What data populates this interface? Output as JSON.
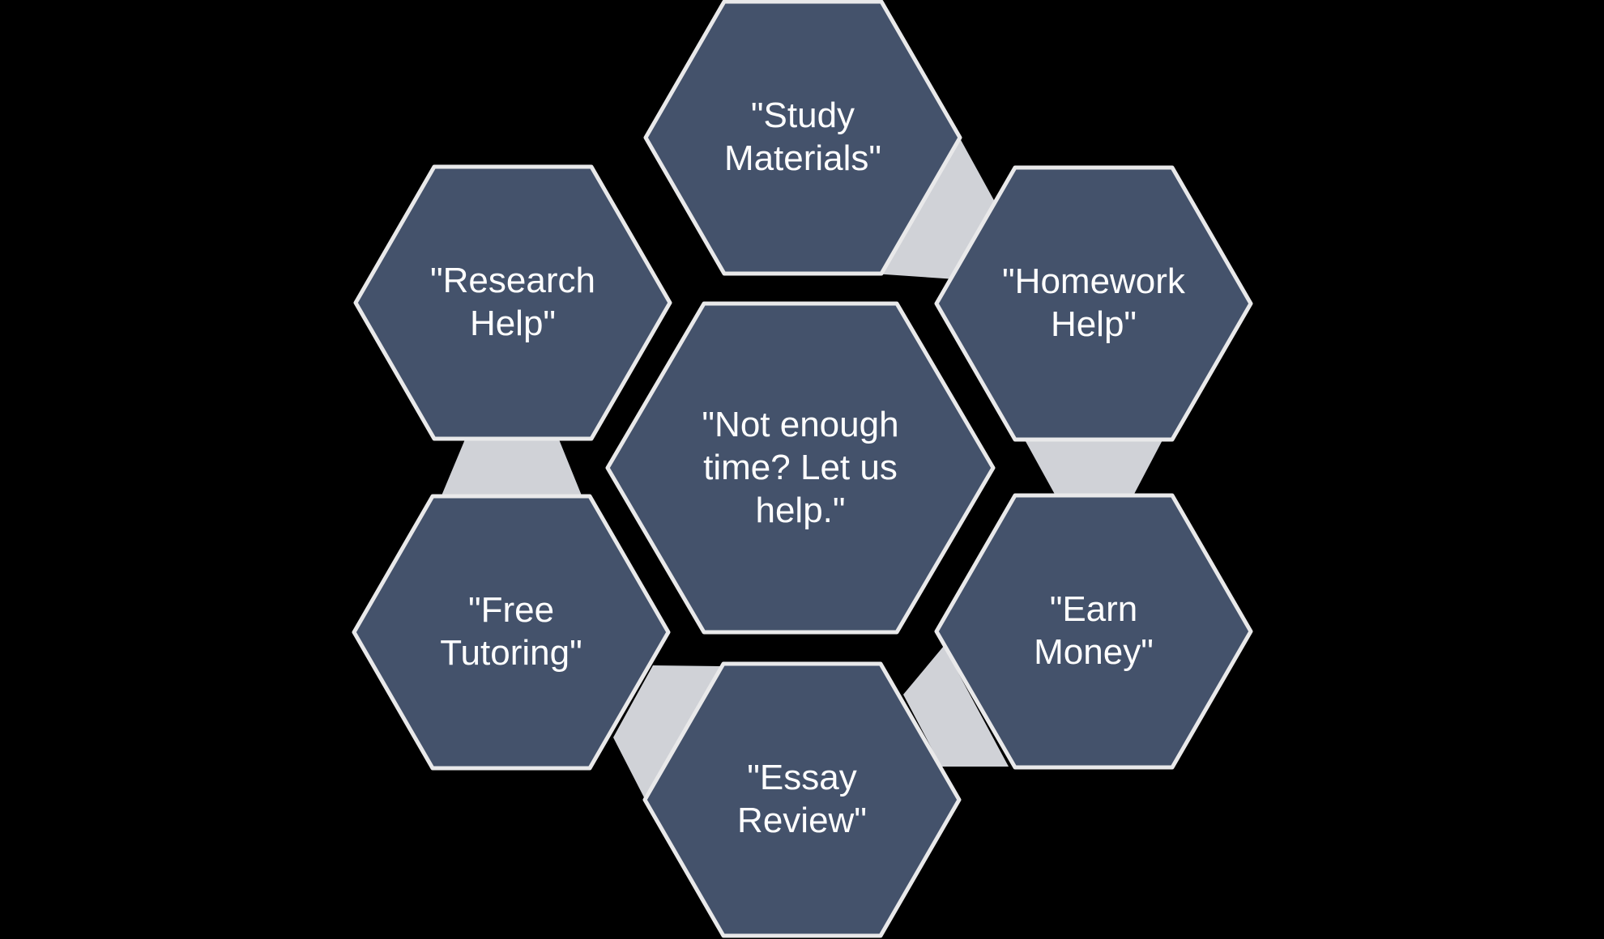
{
  "diagram": {
    "type": "alternating-hexagons-smartart",
    "colors": {
      "background": "#000000",
      "hexagon_fill": "#44526B",
      "hexagon_border": "#E9E9EA",
      "connector_fill": "#D0D2D7",
      "text": "#FFFFFF"
    },
    "center": {
      "id": "center-message",
      "label": "\"Not enough time? Let us help.\""
    },
    "nodes": [
      {
        "id": "study-materials",
        "position": "top",
        "label": "\"Study Materials\""
      },
      {
        "id": "research-help",
        "position": "upper-left",
        "label": "\"Research Help\""
      },
      {
        "id": "homework-help",
        "position": "upper-right",
        "label": "\"Homework Help\""
      },
      {
        "id": "free-tutoring",
        "position": "lower-left",
        "label": "\"Free Tutoring\""
      },
      {
        "id": "earn-money",
        "position": "lower-right",
        "label": "\"Earn Money\""
      },
      {
        "id": "essay-review",
        "position": "bottom",
        "label": "\"Essay Review\""
      }
    ]
  }
}
